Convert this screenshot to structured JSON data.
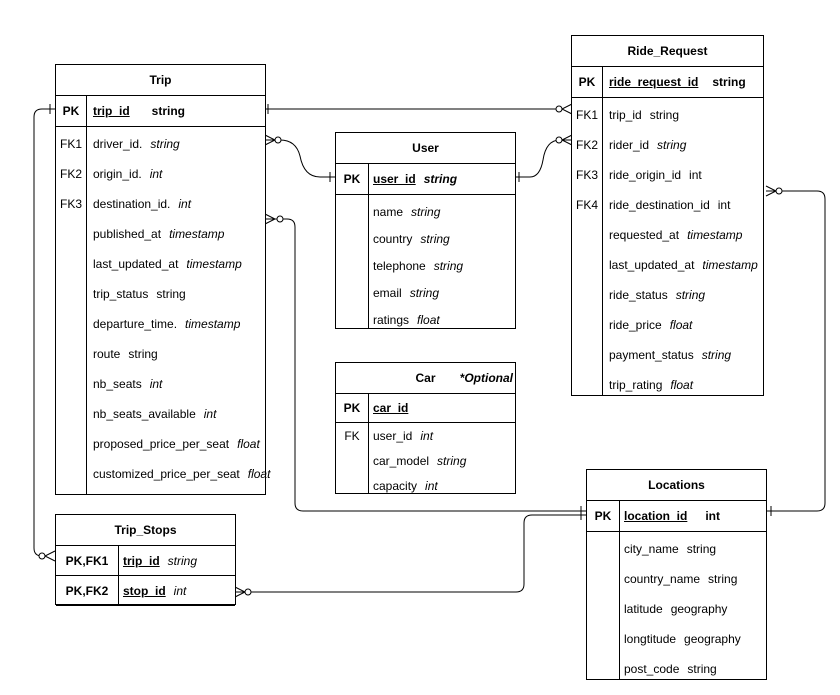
{
  "entities": {
    "trip": {
      "title": "Trip",
      "pk": {
        "key": "PK",
        "name": "trip_id",
        "type": "string"
      },
      "rows": [
        {
          "key": "FK1",
          "name": "driver_id.",
          "type": "string"
        },
        {
          "key": "FK2",
          "name": "origin_id.",
          "type": "int"
        },
        {
          "key": "FK3",
          "name": "destination_id.",
          "type": "int"
        },
        {
          "key": "",
          "name": "published_at",
          "type": "timestamp"
        },
        {
          "key": "",
          "name": "last_updated_at",
          "type": "timestamp"
        },
        {
          "key": "",
          "name": "trip_status",
          "type": "string"
        },
        {
          "key": "",
          "name": "departure_time.",
          "type": "timestamp"
        },
        {
          "key": "",
          "name": "route",
          "type": "string"
        },
        {
          "key": "",
          "name": "nb_seats",
          "type": "int"
        },
        {
          "key": "",
          "name": "nb_seats_available",
          "type": "int"
        },
        {
          "key": "",
          "name": "proposed_price_per_seat",
          "type": "float"
        },
        {
          "key": "",
          "name": "customized_price_per_seat",
          "type": "float"
        }
      ]
    },
    "user": {
      "title": "User",
      "pk": {
        "key": "PK",
        "name": "user_id",
        "type": "string"
      },
      "rows": [
        {
          "key": "",
          "name": "name",
          "type": "string"
        },
        {
          "key": "",
          "name": "country",
          "type": "string"
        },
        {
          "key": "",
          "name": "telephone",
          "type": "string"
        },
        {
          "key": "",
          "name": "email",
          "type": "string"
        },
        {
          "key": "",
          "name": "ratings",
          "type": "float"
        }
      ]
    },
    "car": {
      "title": "Car",
      "optional": "*Optional",
      "pk": {
        "key": "PK",
        "name": "car_id",
        "type": ""
      },
      "rows": [
        {
          "key": "FK",
          "name": "user_id",
          "type": "int"
        },
        {
          "key": "",
          "name": "car_model",
          "type": "string"
        },
        {
          "key": "",
          "name": "capacity",
          "type": "int"
        }
      ]
    },
    "ride_request": {
      "title": "Ride_Request",
      "pk": {
        "key": "PK",
        "name": "ride_request_id",
        "type": "string"
      },
      "rows": [
        {
          "key": "FK1",
          "name": "trip_id",
          "type": "string"
        },
        {
          "key": "FK2",
          "name": "rider_id",
          "type": "string"
        },
        {
          "key": "FK3",
          "name": "ride_origin_id",
          "type": "int"
        },
        {
          "key": "FK4",
          "name": "ride_destination_id",
          "type": "int"
        },
        {
          "key": "",
          "name": "requested_at",
          "type": "timestamp"
        },
        {
          "key": "",
          "name": "last_updated_at",
          "type": "timestamp"
        },
        {
          "key": "",
          "name": "ride_status",
          "type": "string"
        },
        {
          "key": "",
          "name": "ride_price",
          "type": "float"
        },
        {
          "key": "",
          "name": "payment_status",
          "type": "string"
        },
        {
          "key": "",
          "name": "trip_rating",
          "type": "float"
        }
      ]
    },
    "trip_stops": {
      "title": "Trip_Stops",
      "rows": [
        {
          "key": "PK,FK1",
          "name": "trip_id",
          "type": "string"
        },
        {
          "key": "PK,FK2",
          "name": "stop_id",
          "type": "int"
        }
      ]
    },
    "locations": {
      "title": "Locations",
      "pk": {
        "key": "PK",
        "name": "location_id",
        "type": "int"
      },
      "rows": [
        {
          "key": "",
          "name": "city_name",
          "type": "string"
        },
        {
          "key": "",
          "name": "country_name",
          "type": "string"
        },
        {
          "key": "",
          "name": "latitude",
          "type": "geography"
        },
        {
          "key": "",
          "name": "longtitude",
          "type": "geography"
        },
        {
          "key": "",
          "name": "post_code",
          "type": "string"
        }
      ]
    }
  }
}
